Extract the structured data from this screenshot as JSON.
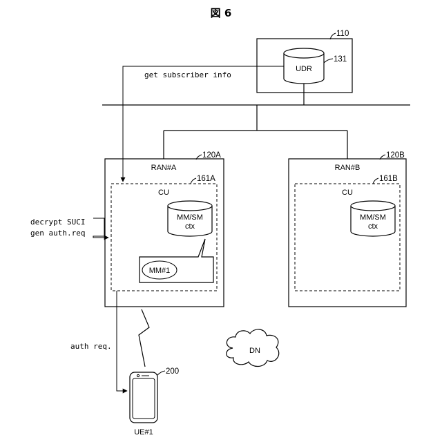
{
  "figure": {
    "title": "図 6"
  },
  "udr_node": {
    "ref": "110",
    "db_label": "UDR",
    "db_ref": "131"
  },
  "flow": {
    "get_info": "get subscriber info",
    "decrypt_line1": "decrypt SUCI",
    "decrypt_line2": "gen auth.req",
    "auth_req": "auth req."
  },
  "ran_a": {
    "ref": "120A",
    "label": "RAN#A",
    "cu_ref": "161A",
    "cu_label": "CU",
    "db_line1": "MM/SM",
    "db_line2": "ctx",
    "mm_label": "MM#1"
  },
  "ran_b": {
    "ref": "120B",
    "label": "RAN#B",
    "cu_ref": "161B",
    "cu_label": "CU",
    "db_line1": "MM/SM",
    "db_line2": "ctx"
  },
  "dn": {
    "label": "DN"
  },
  "ue": {
    "ref": "200",
    "label": "UE#1"
  }
}
